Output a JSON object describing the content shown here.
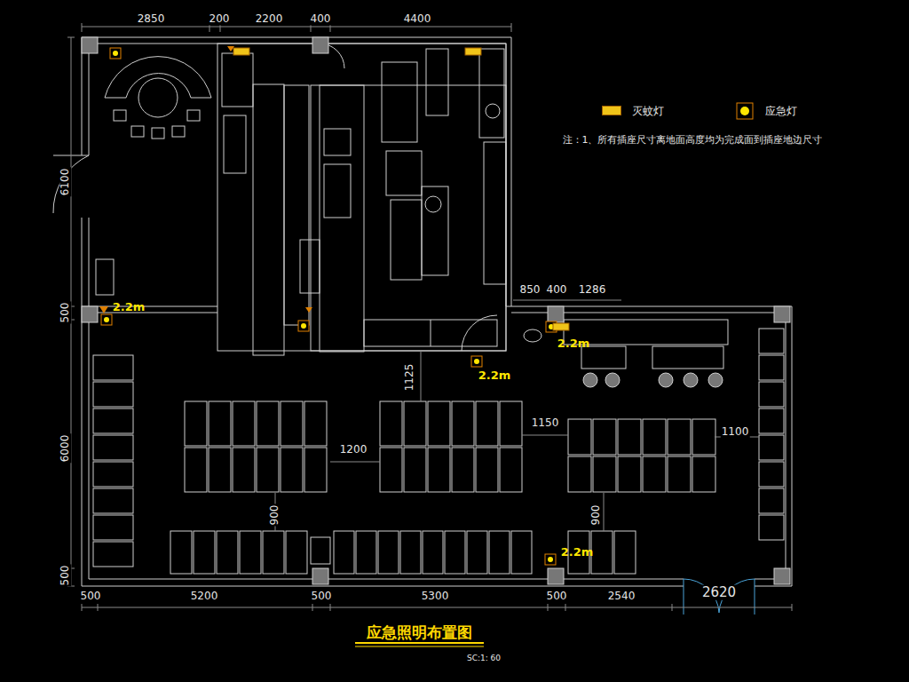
{
  "diagram": {
    "title": "应急照明布置图",
    "caption": "SC:1: 60",
    "labels": [
      "2850",
      "200",
      "2200",
      "400",
      "4400",
      "6100",
      "500",
      "6000",
      "500",
      "500",
      "5200",
      "500",
      "5300",
      "500",
      "2540",
      "2620",
      "850",
      "400",
      "1286",
      "1125",
      "1200",
      "1150",
      "1100",
      "900",
      "900",
      "2.2m",
      "2.2m",
      "2.2m",
      "2.2m",
      "注：1、所有插座尺寸离地面高度均为完成面到插座地边尺寸"
    ],
    "legend": [
      {
        "text": "灭蚊灯",
        "color": "#f0c419"
      },
      {
        "text": "应急灯"
      }
    ]
  }
}
